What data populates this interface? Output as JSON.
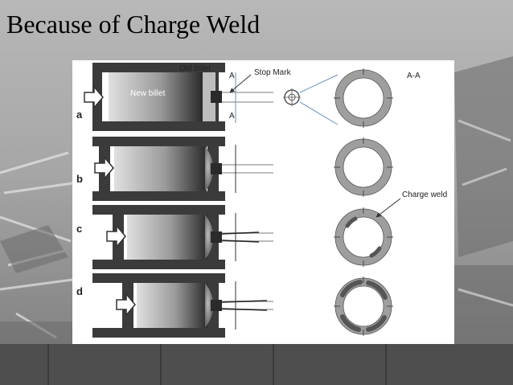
{
  "slide": {
    "title": "Because of Charge Weld"
  },
  "diagram": {
    "labels": {
      "old_billet": "Old billet",
      "new_billet": "New billet",
      "stop_mark": "Stop Mark",
      "section_a_top": "A",
      "section_a_bottom": "A",
      "section_title": "A-A",
      "charge_weld": "Charge weld"
    },
    "stages": [
      {
        "letter": "a"
      },
      {
        "letter": "b"
      },
      {
        "letter": "c"
      },
      {
        "letter": "d"
      }
    ],
    "colors": {
      "container": "#3b3b3b",
      "billet_light": "#d9d9d9",
      "billet_dark": "#1a1a1a",
      "ring_fill": "#aaaaaa",
      "weld": "#555555"
    }
  }
}
